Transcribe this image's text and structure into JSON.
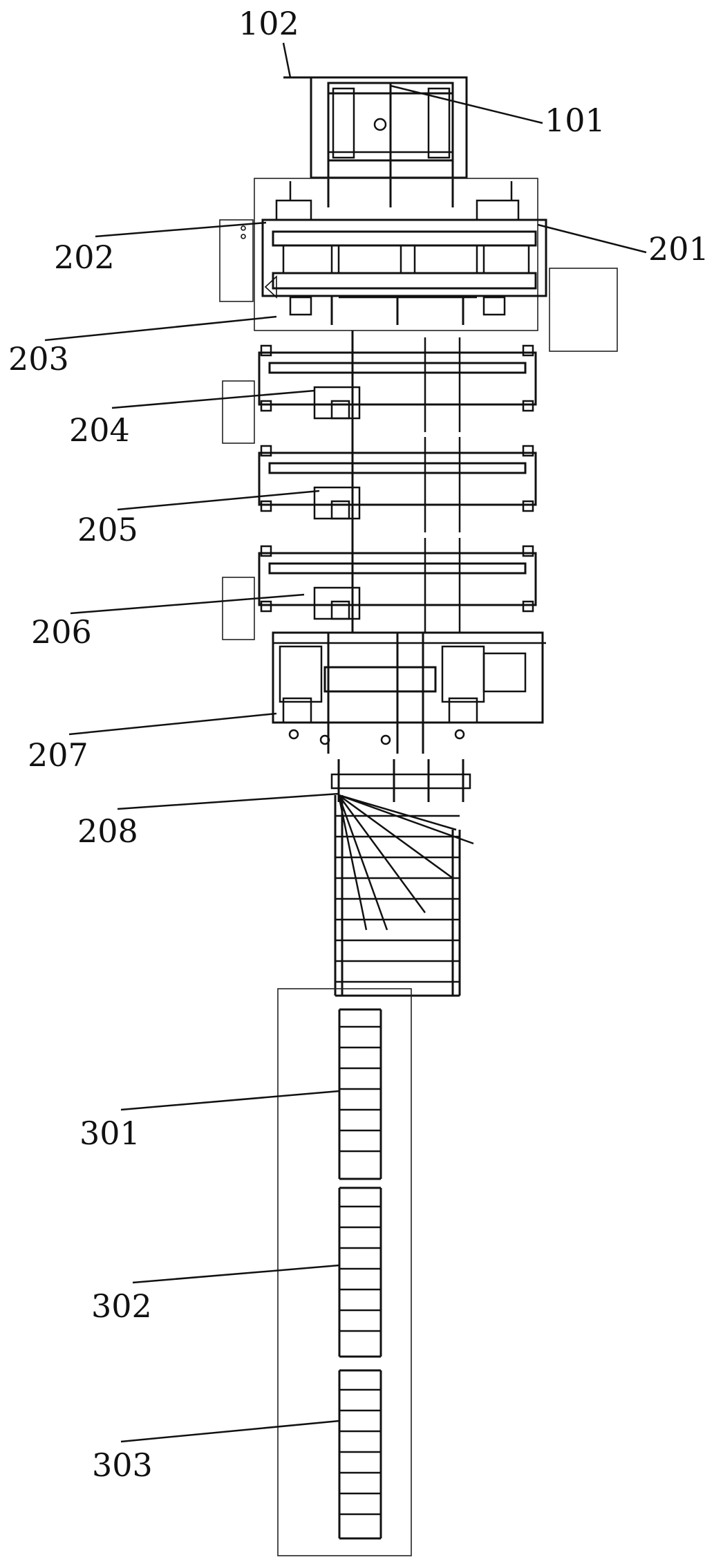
{
  "labels": {
    "l101": "101",
    "l102": "102",
    "l201": "201",
    "l202": "202",
    "l203": "203",
    "l204": "204",
    "l205": "205",
    "l206": "206",
    "l207": "207",
    "l208": "208",
    "l301": "301",
    "l302": "302",
    "l303": "303"
  },
  "colors": {
    "line": "#111111",
    "background": "#ffffff"
  }
}
